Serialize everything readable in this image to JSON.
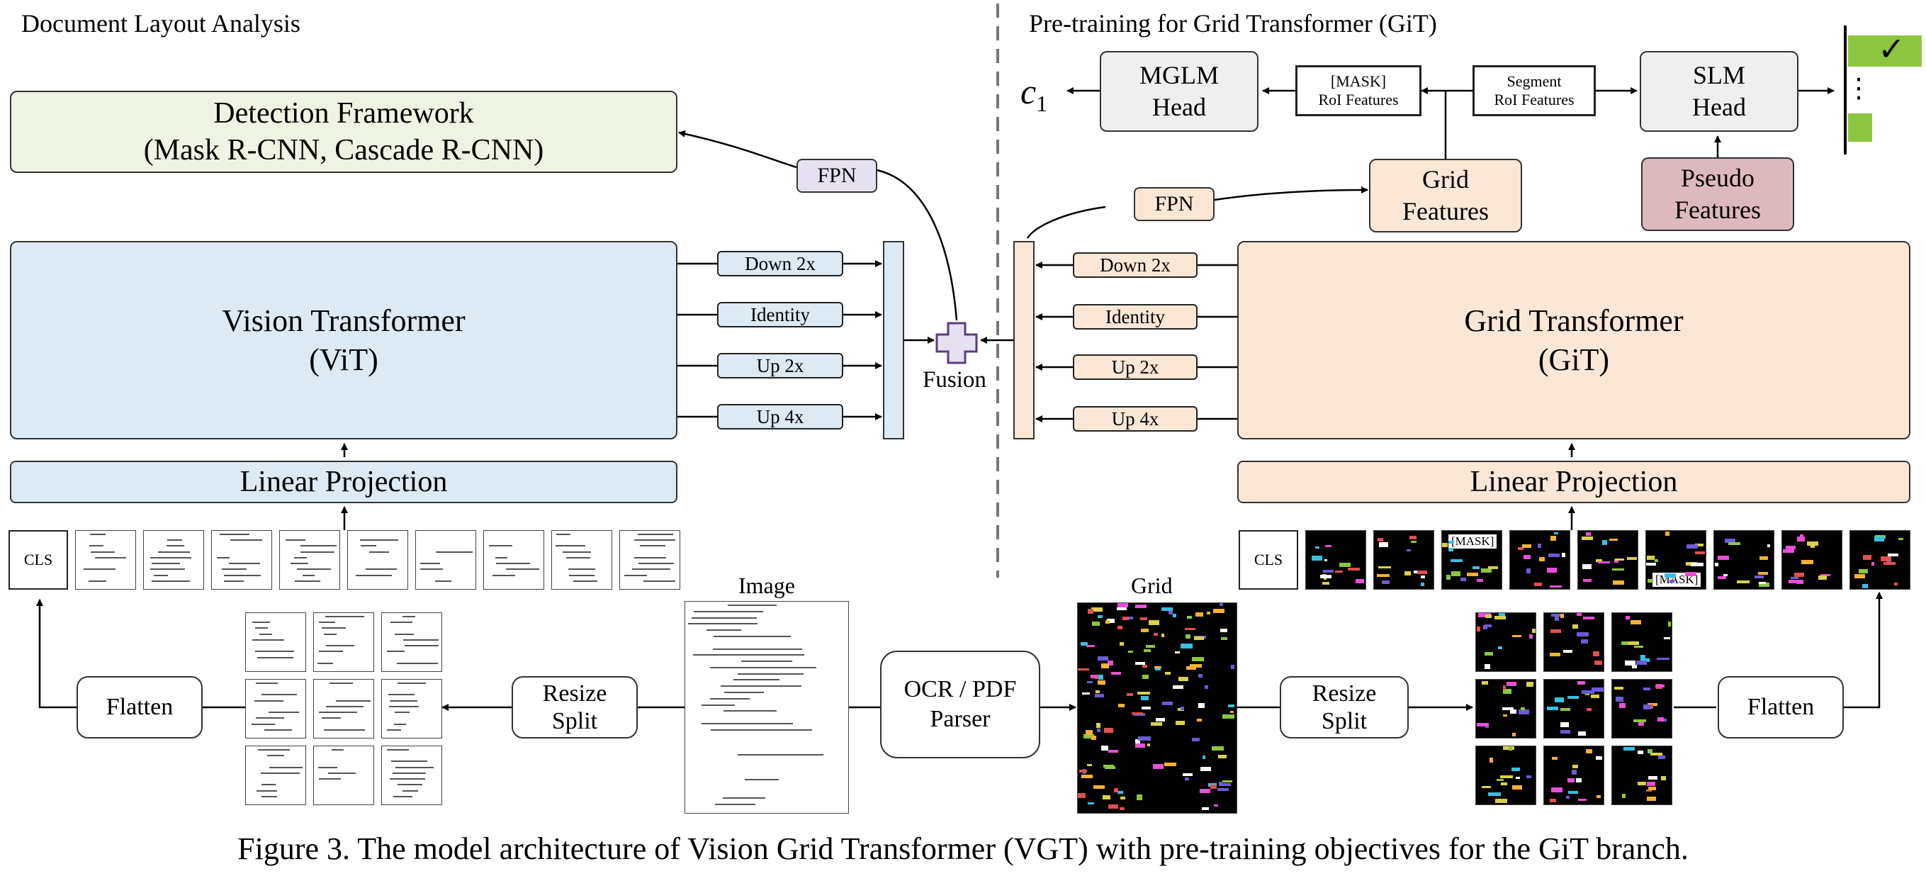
{
  "left_title": "Document Layout Analysis",
  "right_title": "Pre-training for Grid Transformer (GiT)",
  "detection": {
    "line1": "Detection Framework",
    "line2": "(Mask R-CNN, Cascade R-CNN)"
  },
  "fpn_left": "FPN",
  "fpn_right": "FPN",
  "vit": {
    "line1": "Vision Transformer",
    "line2": "(ViT)"
  },
  "git": {
    "line1": "Grid Transformer",
    "line2": "(GiT)"
  },
  "scales_left": [
    "Down 2x",
    "Identity",
    "Up 2x",
    "Up 4x"
  ],
  "scales_right": [
    "Down 2x",
    "Identity",
    "Up 2x",
    "Up 4x"
  ],
  "fusion": "Fusion",
  "linear_left": "Linear Projection",
  "linear_right": "Linear Projection",
  "cls_left": "CLS",
  "cls_right": "CLS",
  "mask_token": "[MASK]",
  "flatten_left": "Flatten",
  "flatten_right": "Flatten",
  "resize_left": {
    "line1": "Resize",
    "line2": "Split"
  },
  "resize_right": {
    "line1": "Resize",
    "line2": "Split"
  },
  "image_label": "Image",
  "grid_label": "Grid",
  "ocr": {
    "line1": "OCR / PDF",
    "line2": "Parser"
  },
  "mglm": {
    "line1": "MGLM",
    "line2": "Head"
  },
  "c1": "c",
  "c1_sub": "1",
  "mask_roi": {
    "line1": "[MASK]",
    "line2": "RoI Features"
  },
  "segment_roi": {
    "line1": "Segment",
    "line2": "RoI Features"
  },
  "slm": {
    "line1": "SLM",
    "line2": "Head"
  },
  "grid_features": {
    "line1": "Grid",
    "line2": "Features"
  },
  "pseudo_features": {
    "line1": "Pseudo",
    "line2": "Features"
  },
  "checkmark": "✓",
  "dots": "⋮",
  "caption": "Figure 3. The model architecture of Vision Grid Transformer (VGT) with pre-training objectives for the GiT branch.",
  "colors": {
    "green": "#eef3e3",
    "blue": "#dde9f3",
    "peach": "#fbe7d6",
    "pink": "#ddb9bd",
    "lavender": "#e6e1f0",
    "bar_green": "#8cc63f"
  }
}
